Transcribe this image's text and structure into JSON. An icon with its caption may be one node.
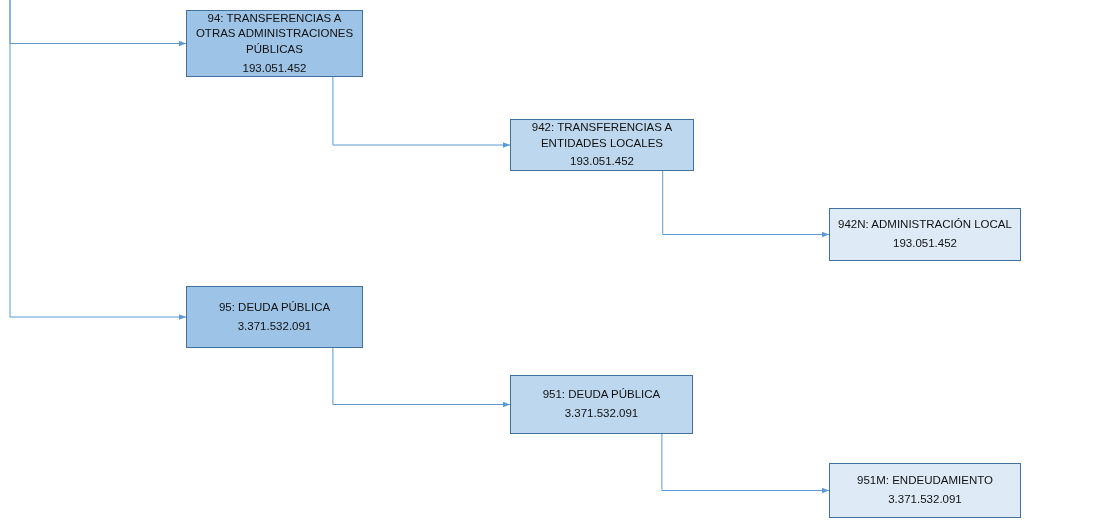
{
  "diagram": {
    "nodes": [
      {
        "text": [
          "94: TRANSFERENCIAS A OTRAS ADMINISTRACIONES PÚBLICAS",
          "193.051.452"
        ]
      },
      {
        "text": [
          "942: TRANSFERENCIAS A ENTIDADES LOCALES",
          "193.051.452"
        ]
      },
      {
        "text": [
          "942N: ADMINISTRACIÓN LOCAL",
          "193.051.452"
        ]
      },
      {
        "text": [
          "95: DEUDA PÚBLICA",
          "3.371.532.091"
        ]
      },
      {
        "text": [
          "951: DEUDA PÚBLICA",
          "3.371.532.091"
        ]
      },
      {
        "text": [
          "951M: ENDEUDAMIENTO",
          "3.371.532.091"
        ]
      }
    ],
    "edges": [
      {
        "from": null,
        "to": 0,
        "arrow": "to"
      },
      {
        "from": null,
        "to": 3,
        "arrow": "to"
      },
      {
        "from": 0,
        "to": 1,
        "arrow": "to"
      },
      {
        "from": 1,
        "to": 2,
        "arrow": "to"
      },
      {
        "from": 3,
        "to": 4,
        "arrow": "to"
      },
      {
        "from": 4,
        "to": 5,
        "arrow": "to"
      }
    ]
  }
}
